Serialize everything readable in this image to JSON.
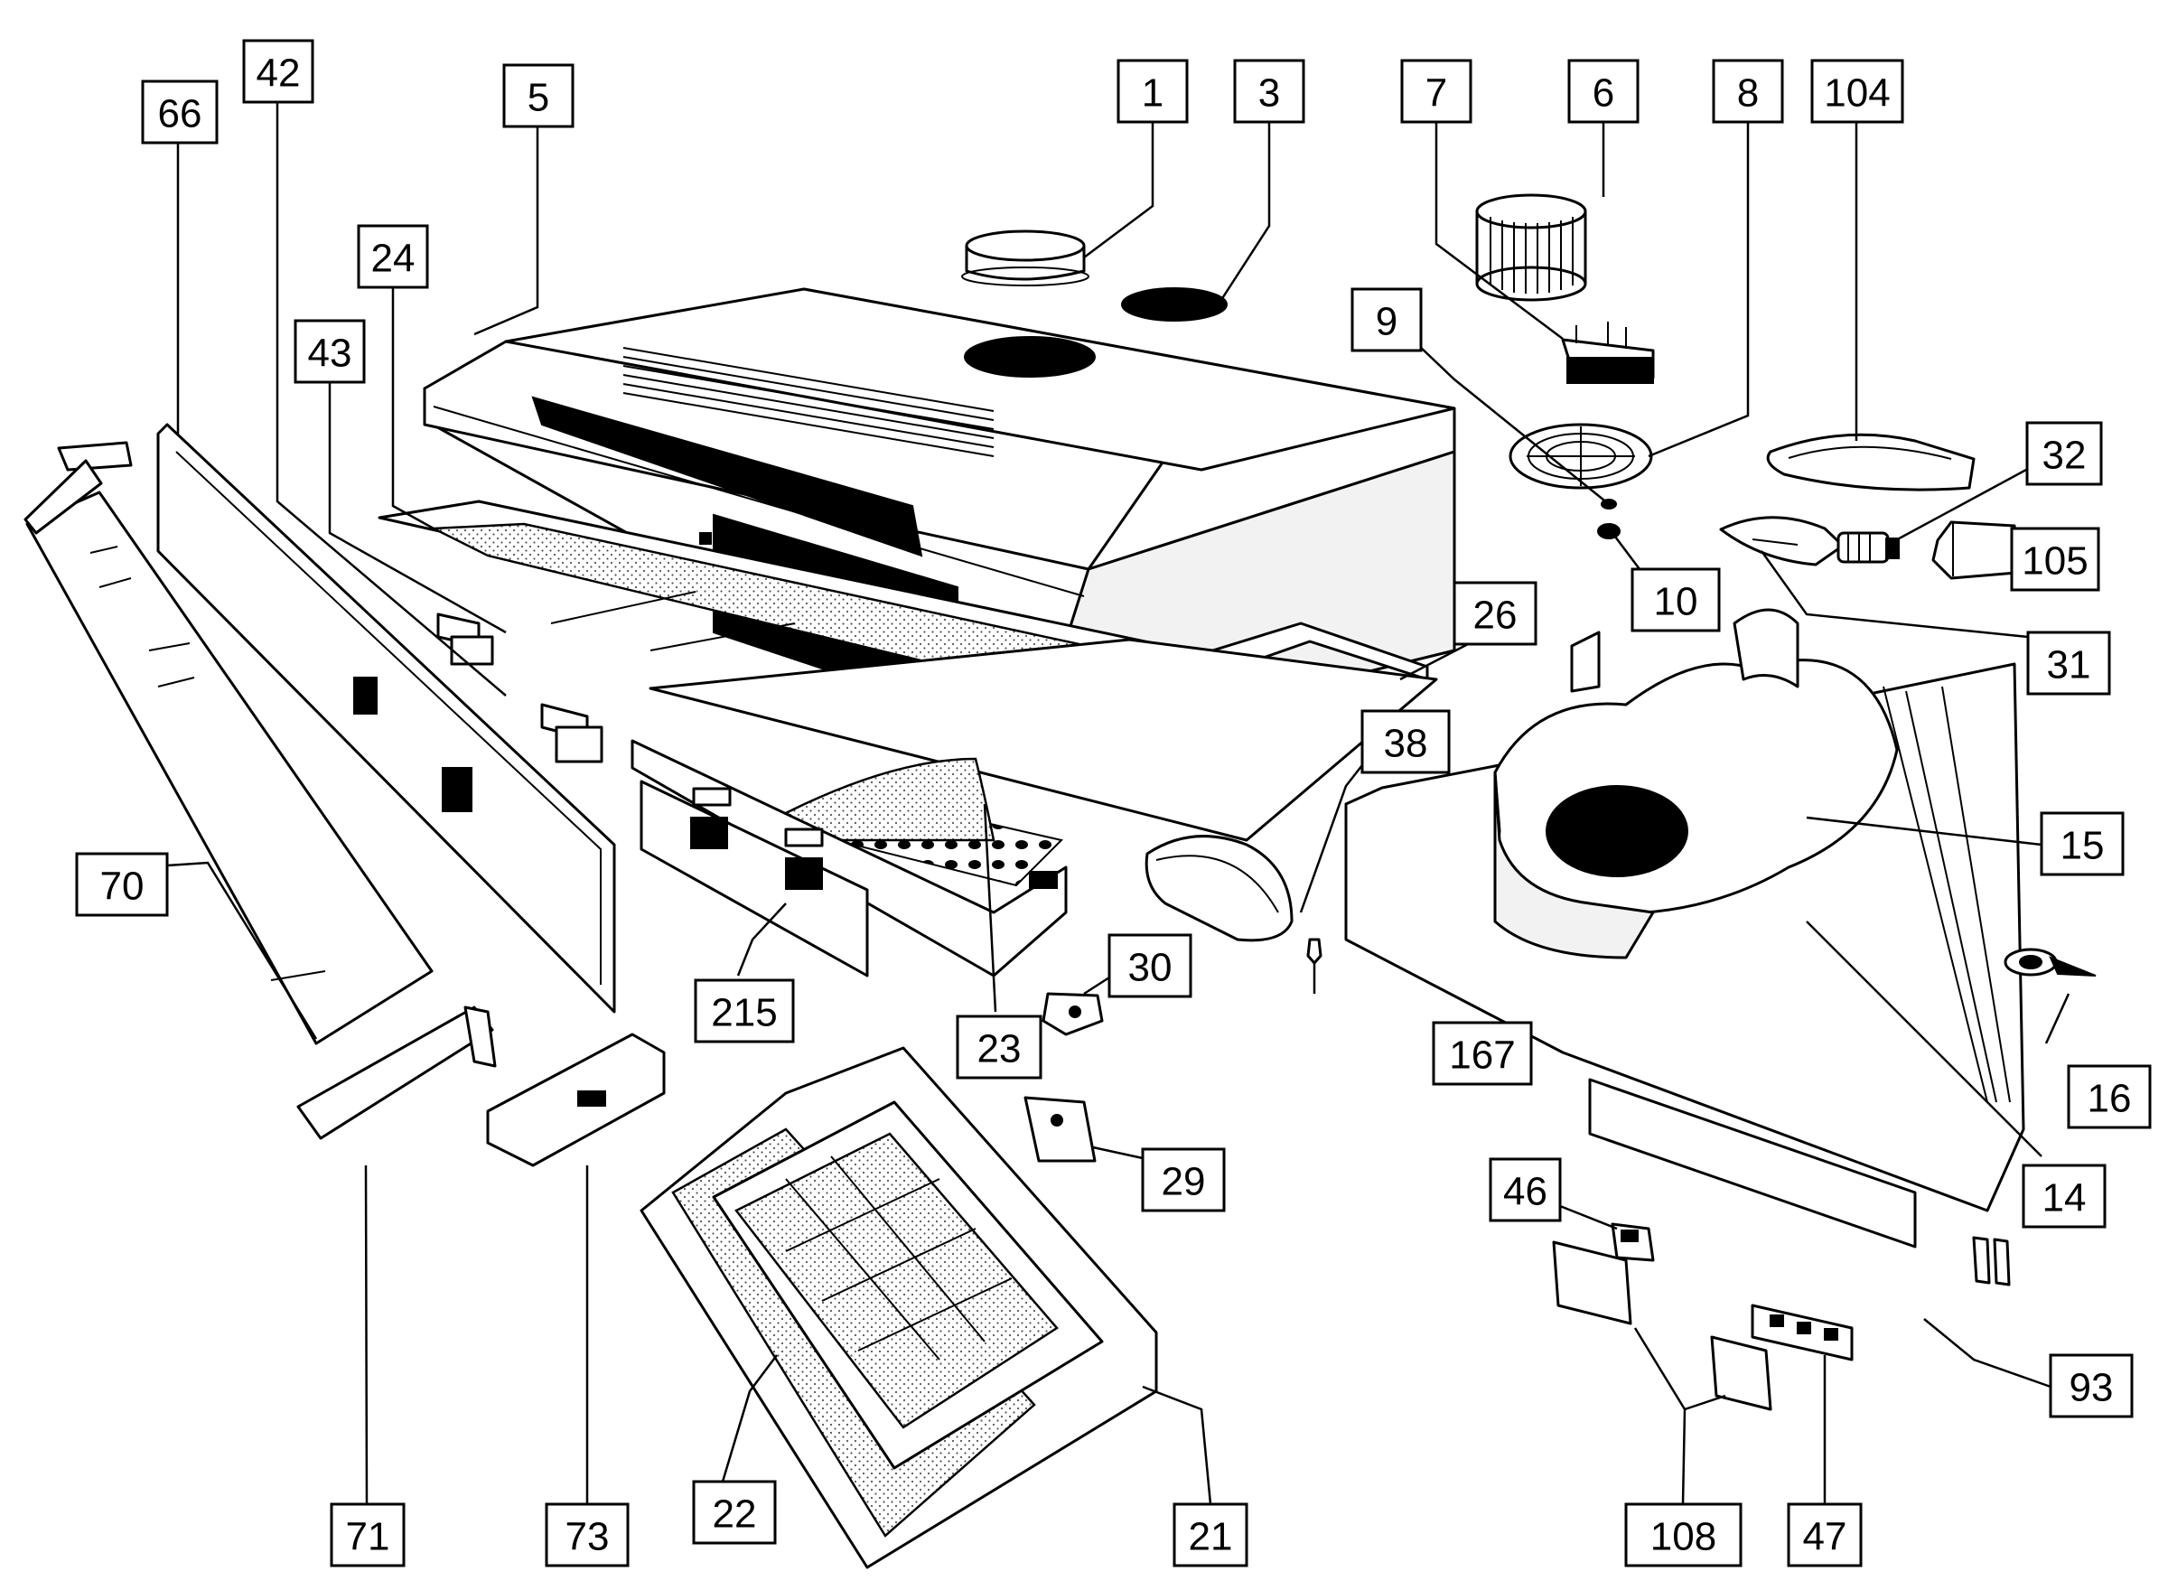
{
  "callouts": [
    {
      "label": "1"
    },
    {
      "label": "3"
    },
    {
      "label": "5"
    },
    {
      "label": "7"
    },
    {
      "label": "6"
    },
    {
      "label": "8"
    },
    {
      "label": "104"
    },
    {
      "label": "66"
    },
    {
      "label": "42"
    },
    {
      "label": "24"
    },
    {
      "label": "43"
    },
    {
      "label": "9"
    },
    {
      "label": "32"
    },
    {
      "label": "105"
    },
    {
      "label": "10"
    },
    {
      "label": "31"
    },
    {
      "label": "26"
    },
    {
      "label": "38"
    },
    {
      "label": "15"
    },
    {
      "label": "70"
    },
    {
      "label": "30"
    },
    {
      "label": "215"
    },
    {
      "label": "23"
    },
    {
      "label": "167"
    },
    {
      "label": "16"
    },
    {
      "label": "29"
    },
    {
      "label": "46"
    },
    {
      "label": "14"
    },
    {
      "label": "93"
    },
    {
      "label": "71"
    },
    {
      "label": "73"
    },
    {
      "label": "22"
    },
    {
      "label": "21"
    },
    {
      "label": "108"
    },
    {
      "label": "47"
    }
  ]
}
